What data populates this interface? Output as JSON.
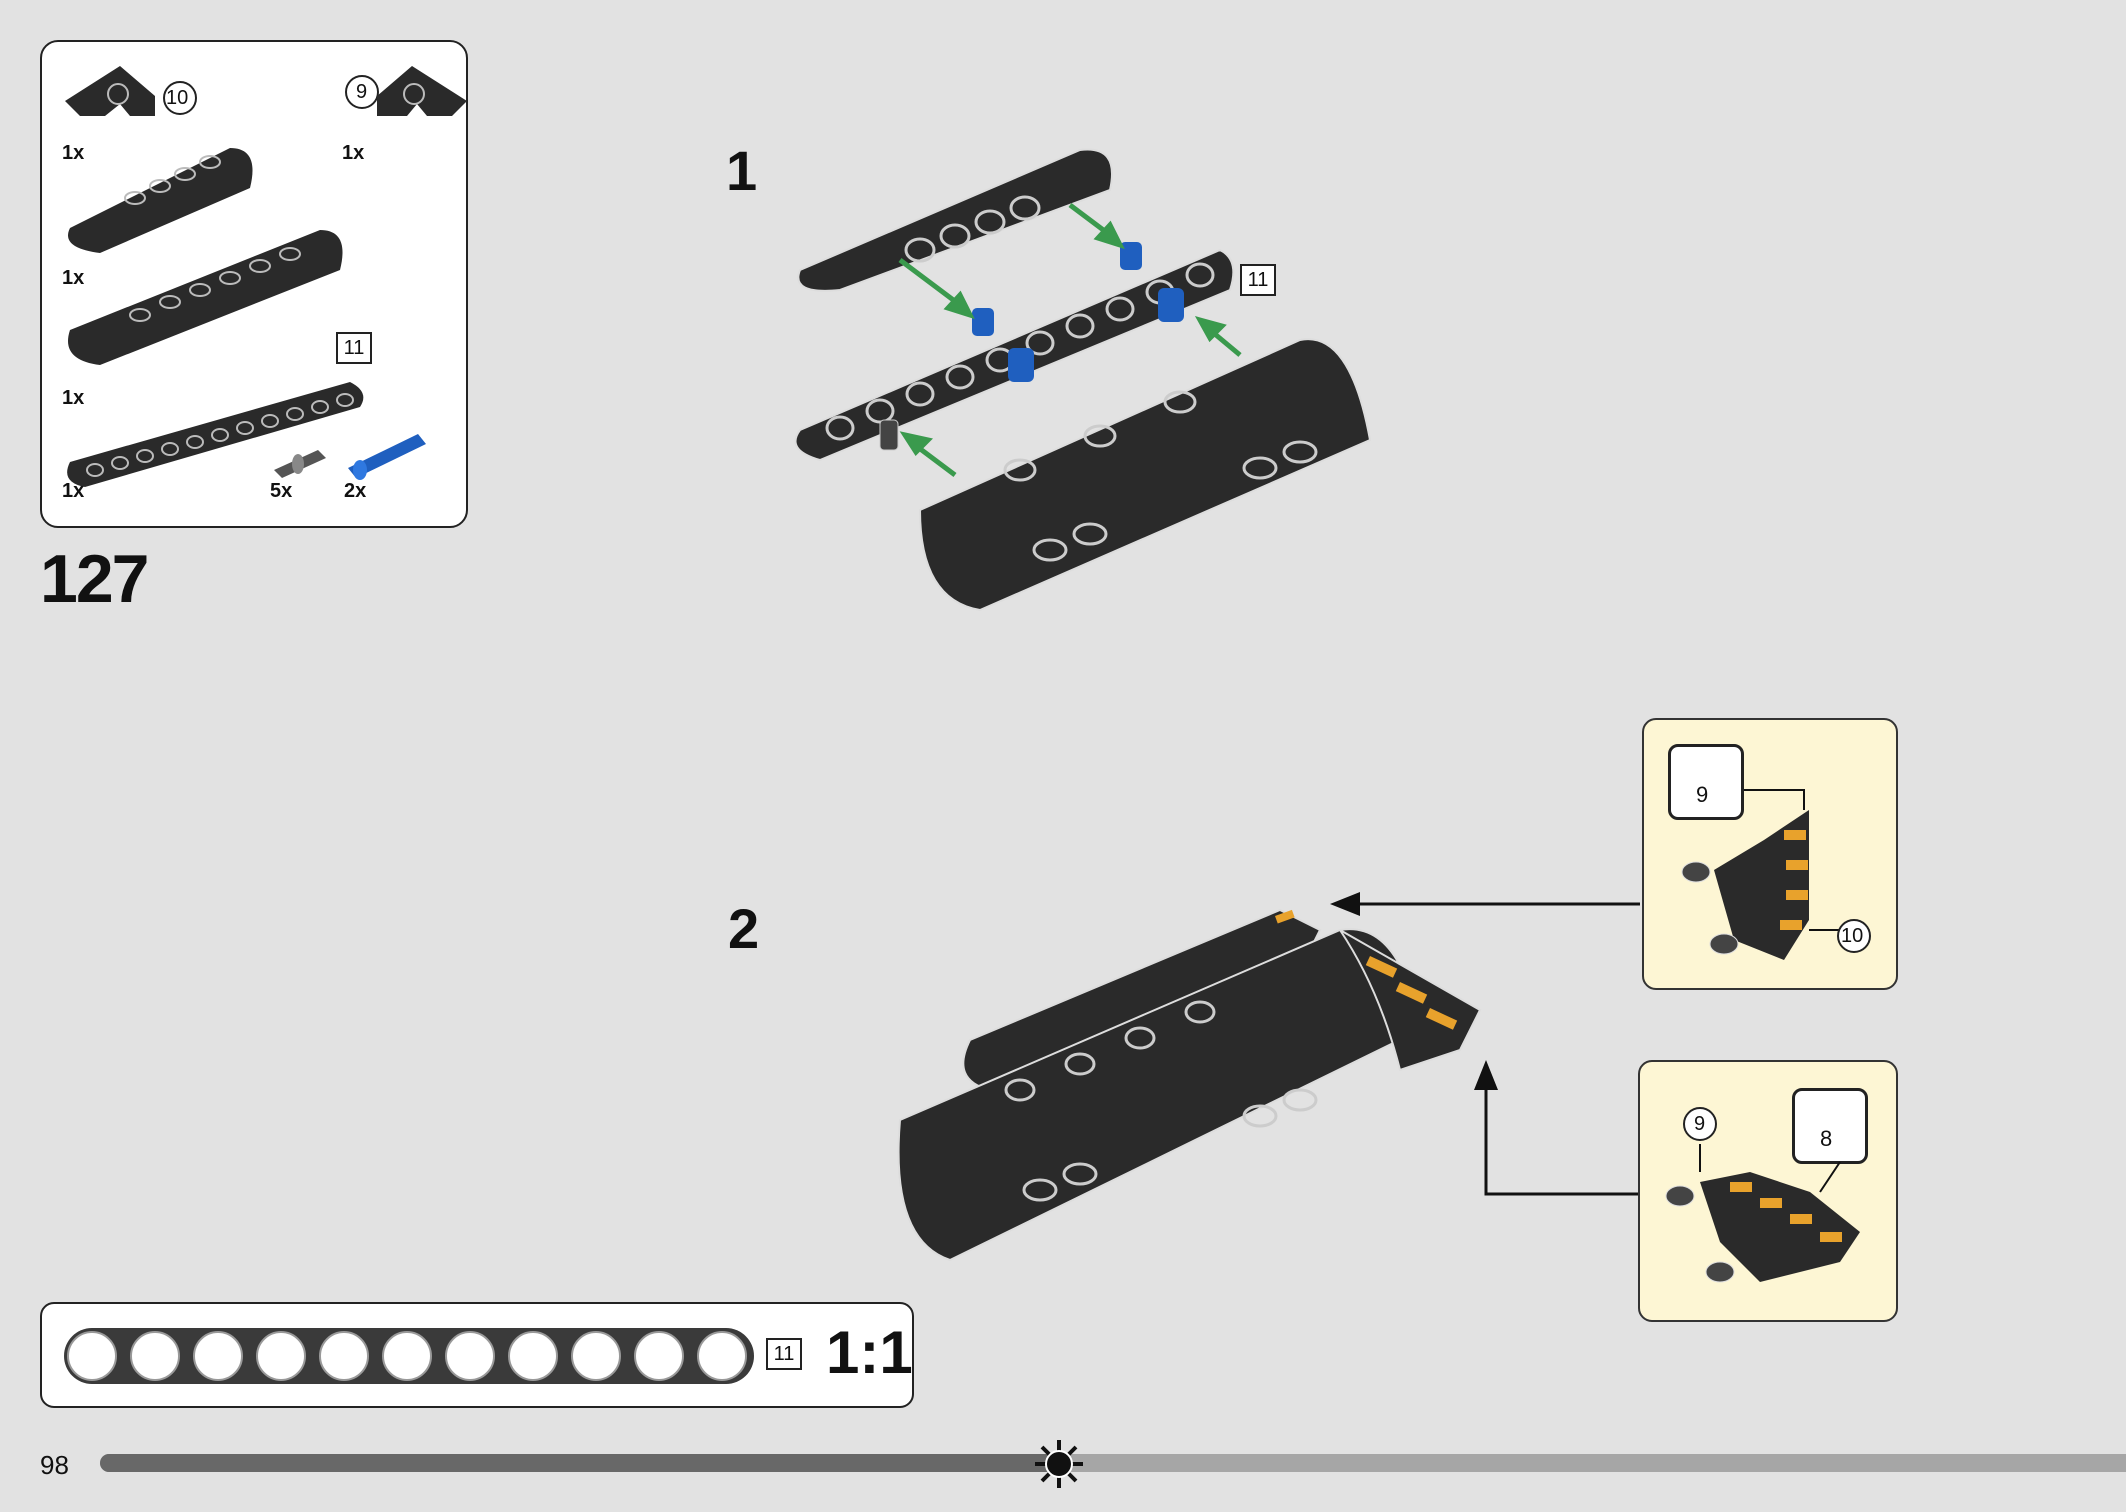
{
  "parts_list": {
    "items": [
      {
        "qty": "1x",
        "callout": "10",
        "icon": "angled-connector-icon"
      },
      {
        "qty": "1x",
        "callout": "9",
        "icon": "angled-connector-icon"
      },
      {
        "qty": "1x",
        "icon": "curved-panel-short-icon"
      },
      {
        "qty": "1x",
        "icon": "curved-panel-long-icon"
      },
      {
        "qty": "1x",
        "length_label": "11",
        "icon": "beam-11-icon"
      },
      {
        "qty": "5x",
        "icon": "pin-gray-icon"
      },
      {
        "qty": "2x",
        "icon": "axle-pin-blue-icon"
      }
    ]
  },
  "step_number": "127",
  "substeps": [
    {
      "label": "1",
      "length_label": "11"
    },
    {
      "label": "2"
    }
  ],
  "callouts": [
    {
      "sticker": "9",
      "part": "10"
    },
    {
      "sticker": "8",
      "part": "9"
    }
  ],
  "scale": {
    "length_label": "11",
    "ratio": "1:1",
    "holes": 11
  },
  "footer": {
    "page_number": "98",
    "progress": 0.47
  },
  "colors": {
    "background": "#e2e2e2",
    "callout_bg": "#fdf6d4",
    "arrow_green": "#3a9a4d",
    "part_black": "#2a2a2a",
    "part_blue": "#1f5fbf",
    "stripe_orange": "#e8a22c"
  }
}
